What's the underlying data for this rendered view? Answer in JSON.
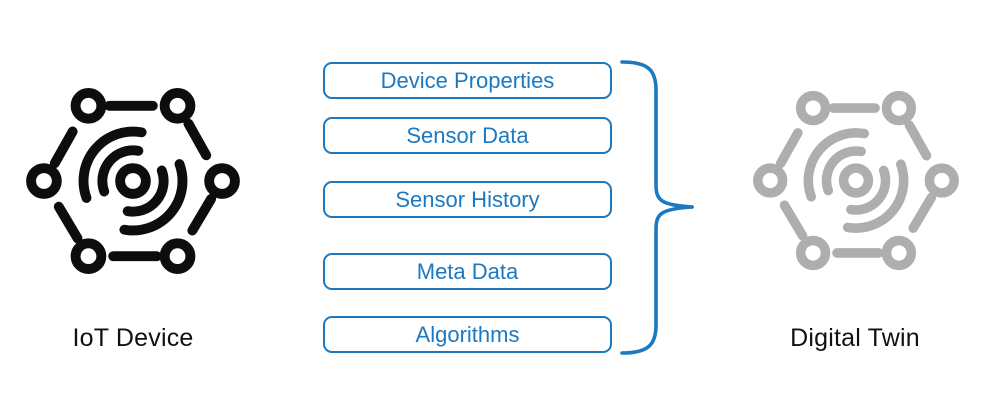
{
  "left": {
    "label": "IoT Device",
    "icon": "iot-device-hexagon-wifi-icon"
  },
  "right": {
    "label": "Digital Twin",
    "icon": "digital-twin-hexagon-wifi-icon"
  },
  "mapping_items": [
    {
      "label": "Device Properties"
    },
    {
      "label": "Sensor Data"
    },
    {
      "label": "Sensor History"
    },
    {
      "label": "Meta Data"
    },
    {
      "label": "Algorithms"
    }
  ],
  "colors": {
    "accent": "#1b79c1",
    "icon_left": "#0d0d0d",
    "icon_right": "#aeaeae",
    "label_text": "#111111",
    "background": "#ffffff"
  }
}
